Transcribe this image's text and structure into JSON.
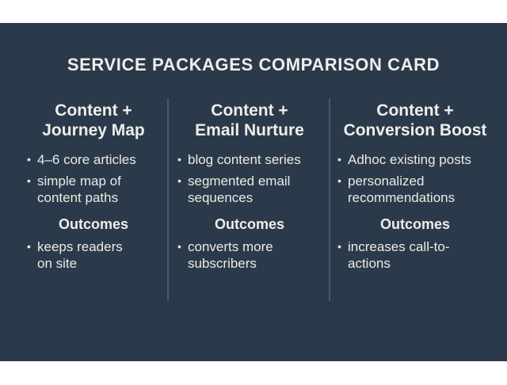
{
  "card": {
    "title": "SERVICE PACKAGES COMPARISON CARD",
    "background_color": "#2b3a4a",
    "text_color": "#efeee8"
  },
  "packages": [
    {
      "heading_line1": "Content +",
      "heading_line2": "Journey Map",
      "features": [
        "4–6 core articles",
        "simple map of content paths"
      ],
      "outcomes_label": "Outcomes",
      "outcomes": [
        "keeps readers on site"
      ]
    },
    {
      "heading_line1": "Content +",
      "heading_line2": "Email Nurture",
      "features": [
        "blog content series",
        "segmented email sequences"
      ],
      "outcomes_label": "Outcomes",
      "outcomes": [
        "converts more subscribers"
      ]
    },
    {
      "heading_line1": "Content +",
      "heading_line2": "Conversion Boost",
      "features": [
        "Adhoc existing posts",
        "personalized recommendations"
      ],
      "outcomes_label": "Outcomes",
      "outcomes": [
        "increases call-to-actions"
      ]
    }
  ]
}
